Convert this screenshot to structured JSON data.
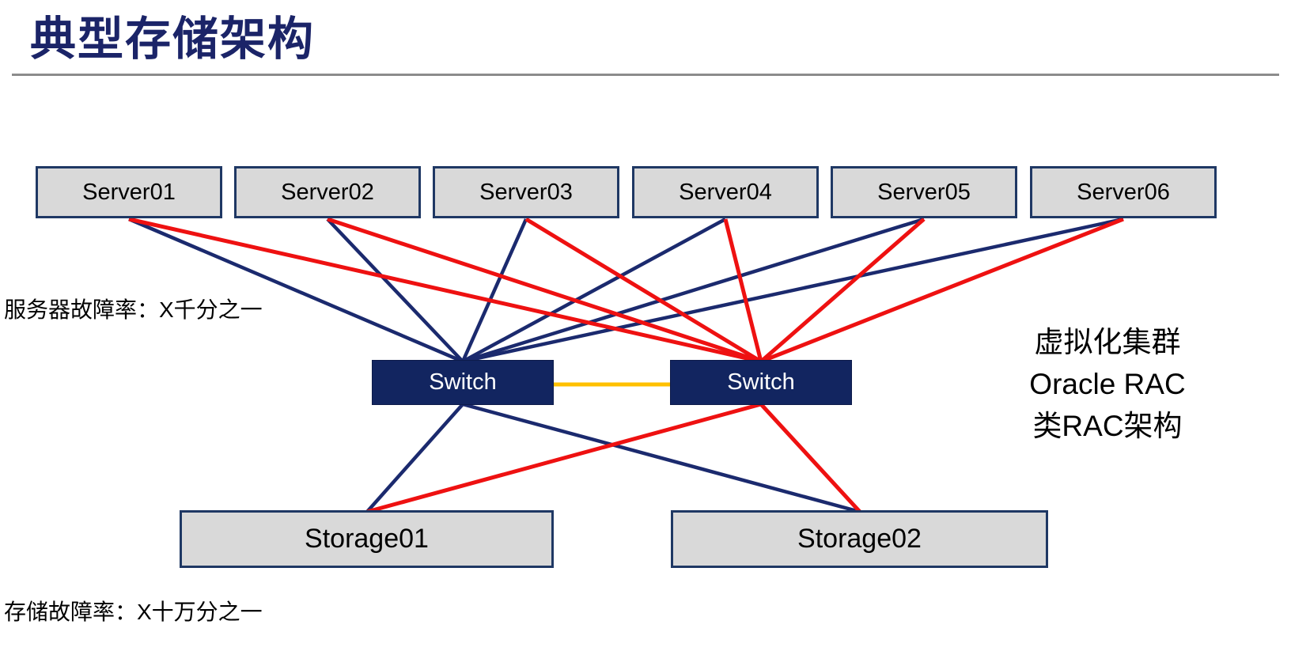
{
  "title": "典型存储架构",
  "nodes": {
    "servers": [
      {
        "id": "Server01",
        "label": "Server01"
      },
      {
        "id": "Server02",
        "label": "Server02"
      },
      {
        "id": "Server03",
        "label": "Server03"
      },
      {
        "id": "Server04",
        "label": "Server04"
      },
      {
        "id": "Server05",
        "label": "Server05"
      },
      {
        "id": "Server06",
        "label": "Server06"
      }
    ],
    "switches": [
      {
        "id": "Switch1",
        "label": "Switch"
      },
      {
        "id": "Switch2",
        "label": "Switch"
      }
    ],
    "storages": [
      {
        "id": "Storage01",
        "label": "Storage01"
      },
      {
        "id": "Storage02",
        "label": "Storage02"
      }
    ]
  },
  "annotations": {
    "server_failure_rate": "服务器故障率：X千分之一",
    "storage_failure_rate": "存储故障率：X十万分之一",
    "cluster_note_line1": "虚拟化集群",
    "cluster_note_line2": "Oracle RAC",
    "cluster_note_line3": "类RAC架构"
  },
  "colors": {
    "navy_line": "#1b2a6e",
    "red_line": "#ee1111",
    "orange_link": "#ffc000",
    "node_fill_gray": "#d9d9d9",
    "node_border_navy": "#1f3864",
    "switch_fill_navy": "#122560",
    "title_navy": "#1b2468",
    "divider_gray": "#8c8c8c"
  },
  "links": [
    {
      "from": "Server01",
      "to": "Switch1",
      "color": "navy_line"
    },
    {
      "from": "Server02",
      "to": "Switch1",
      "color": "navy_line"
    },
    {
      "from": "Server03",
      "to": "Switch1",
      "color": "navy_line"
    },
    {
      "from": "Server04",
      "to": "Switch1",
      "color": "navy_line"
    },
    {
      "from": "Server05",
      "to": "Switch1",
      "color": "navy_line"
    },
    {
      "from": "Server06",
      "to": "Switch1",
      "color": "navy_line"
    },
    {
      "from": "Switch1",
      "to": "Storage01",
      "color": "navy_line"
    },
    {
      "from": "Switch1",
      "to": "Storage02",
      "color": "navy_line"
    },
    {
      "from": "Server01",
      "to": "Switch2",
      "color": "red_line"
    },
    {
      "from": "Server02",
      "to": "Switch2",
      "color": "red_line"
    },
    {
      "from": "Server03",
      "to": "Switch2",
      "color": "red_line"
    },
    {
      "from": "Server04",
      "to": "Switch2",
      "color": "red_line"
    },
    {
      "from": "Server05",
      "to": "Switch2",
      "color": "red_line"
    },
    {
      "from": "Server06",
      "to": "Switch2",
      "color": "red_line"
    },
    {
      "from": "Switch2",
      "to": "Storage01",
      "color": "red_line"
    },
    {
      "from": "Switch2",
      "to": "Storage02",
      "color": "red_line"
    },
    {
      "from": "Switch1",
      "to": "Switch2",
      "color": "orange_link"
    }
  ]
}
